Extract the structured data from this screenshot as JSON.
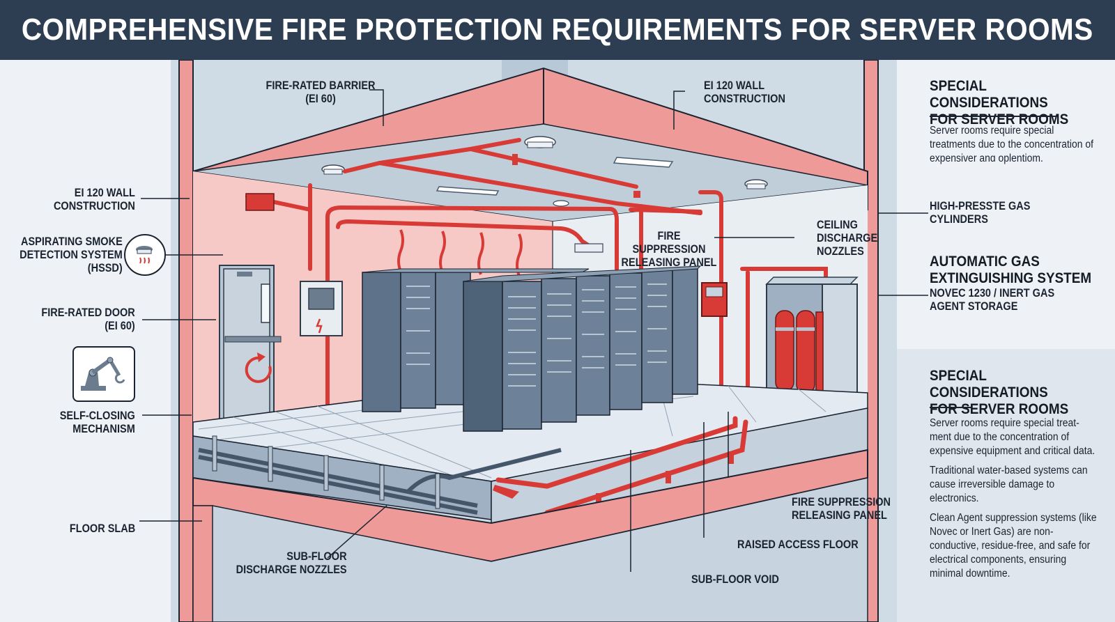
{
  "header": {
    "title": "COMPREHENSIVE FIRE PROTECTION REQUIREMENTS FOR SERVER ROOMS"
  },
  "colors": {
    "header_bg": "#2e3e52",
    "fire_rated_wall": "#ee9a98",
    "pipe_red": "#d83a36",
    "rack_steel": "#5e7389",
    "floor_tile": "#e3eaf1"
  },
  "left_labels": {
    "wall_construction": "EI 120 WALL\nCONSTRUCTION",
    "smoke_detection": "ASPIRATING SMOKE\nDETECTION SYSTEM\n(HSSD)",
    "fire_rated_door": "FIRE-RATED DOOR\n(EI 60)",
    "self_closing": "SELF-CLOSING\nMECHANISM",
    "floor_slab": "FLOOR SLAB"
  },
  "scene_labels": {
    "fire_rated_barrier": "FIRE-RATED BARRIER\n(EI 60)",
    "wall_construction_top": "EI 120 WALL\nCONSTRUCTION",
    "suppression_panel_top": "FIRE\nSUPPRESSION\nRELEASING PANEL",
    "ceiling_nozzles": "CEILING\nDISCHARGE\nNOZZLES",
    "subfloor_nozzles": "SUB-FLOOR\nDISCHARGE NOZZLES",
    "suppression_panel_bottom": "FIRE SUPPRESSION\nRELEASING PANEL",
    "raised_floor": "RAISED ACCESS FLOOR",
    "subfloor_void": "SUB-FLOOR VOID"
  },
  "right_panel": {
    "top_heading": "SPECIAL CONSIDERATIONS\nFOR SERVER ROOMS",
    "top_text": "Server rooms require special treatments due to the concentration of expensiver anɑ oplentiom.",
    "gas_cylinders": "HIGH-PRESSTE GAS\nCYLINDERS",
    "auto_gas_heading": "AUTOMATIC GAS\nEXTINGUISHING SYSTEM",
    "auto_gas_sub": "NOVEC 1230 / INERT GAS\nAGENT STORAGE",
    "bottom_heading": "SPECIAL CONSIDERATIONS\nFOR SERVER ROOMS",
    "bottom_paragraphs": [
      "Server rooms require special treat-ment due to the concentration of expensive equipment and critical data.",
      "Traditional water-based systems can cause irreversible damage to electronics.",
      "Clean Agent suppression systems (like Novec or Inert Gas) are non-conductive, residue-free, and safe for electrical components, ensuring minimal downtime."
    ]
  },
  "icons": {
    "smoke_detector": "smoke-detector-icon",
    "robotic_arm": "robotic-arm-icon",
    "self_closing_arrow": "rotate-arrow-icon",
    "lightning": "lightning-icon"
  }
}
